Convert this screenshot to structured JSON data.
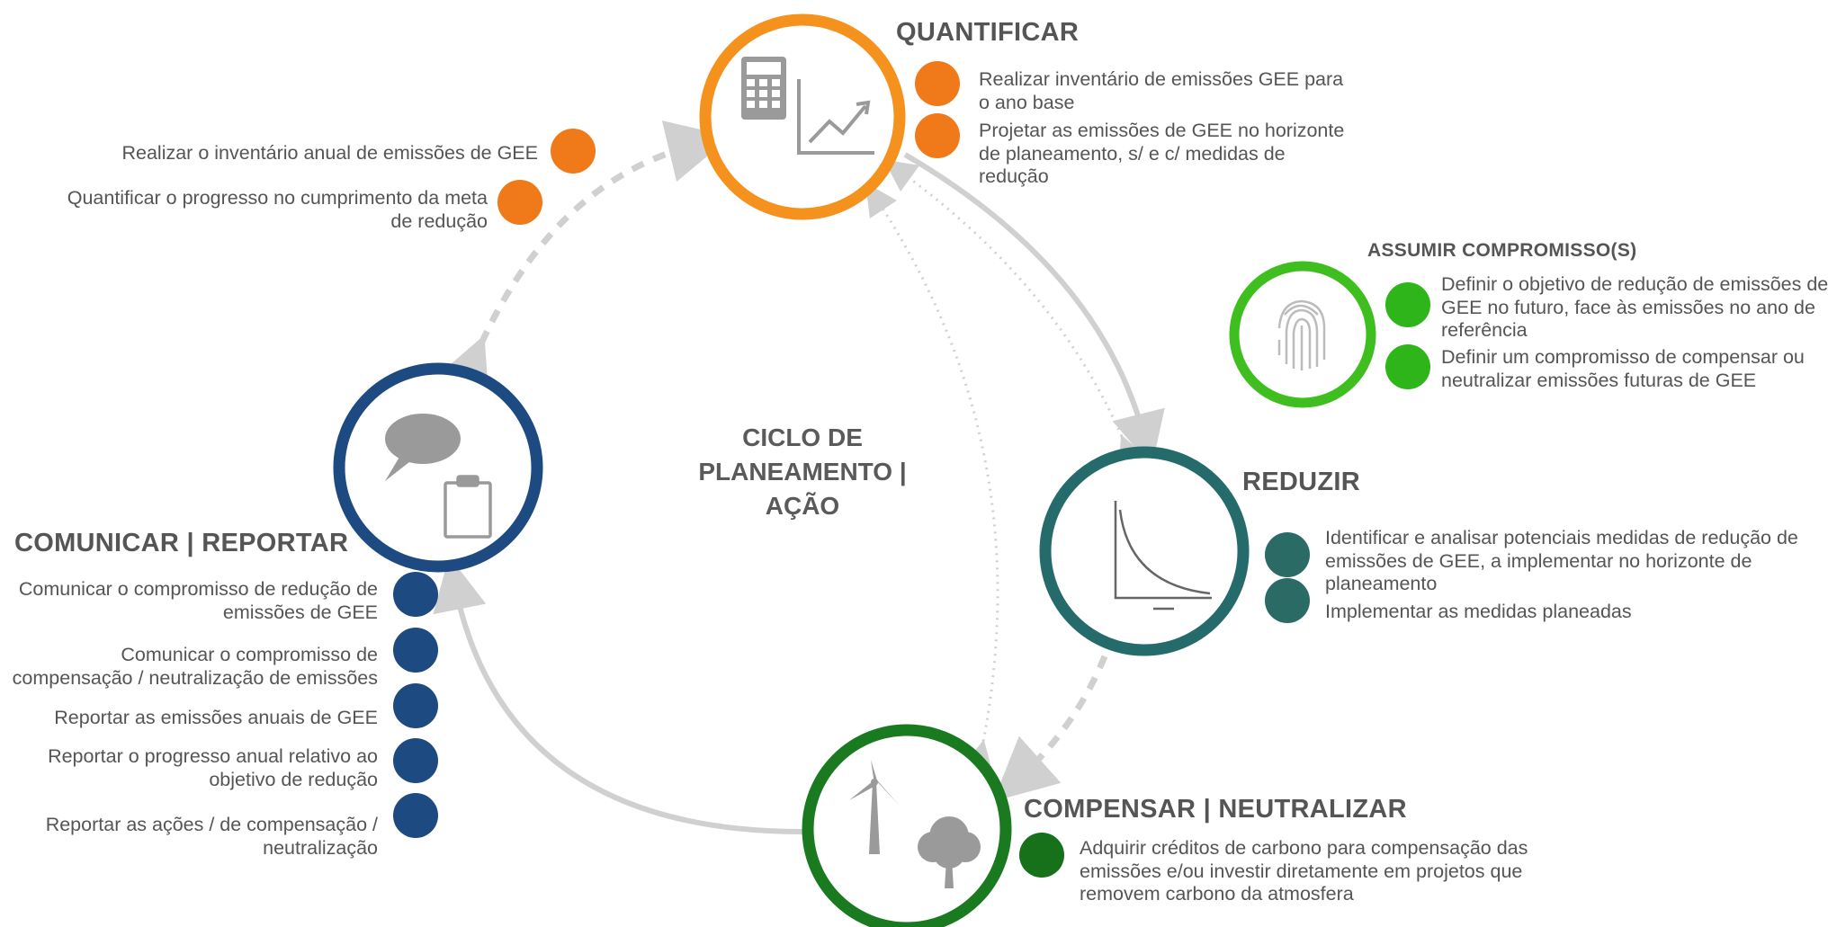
{
  "center": {
    "line1": "CICLO DE",
    "line2": "PLANEAMENTO |",
    "line3": "AÇÃO"
  },
  "quantificar": {
    "title": "QUANTIFICAR",
    "color": "#f5921e",
    "dot_color": "#f07a1a",
    "items": [
      "Realizar inventário de emissões GEE para o ano base",
      "Projetar as emissões de GEE no horizonte de planeamento, s/ e c/ medidas de redução"
    ],
    "left_items": [
      "Realizar o inventário anual de emissões de GEE",
      "Quantificar o progresso no cumprimento da meta de redução"
    ],
    "icons": [
      "calculator-icon",
      "line-chart-icon"
    ]
  },
  "assumir": {
    "title": "ASSUMIR COMPROMISSO(S)",
    "color": "#3fbf1f",
    "dot_color": "#2db51a",
    "items": [
      "Definir o objetivo de redução de emissões de GEE no futuro, face às emissões no ano de referência",
      "Definir um compromisso de compensar ou neutralizar emissões futuras de GEE"
    ],
    "icons": [
      "fingerprint-icon"
    ]
  },
  "reduzir": {
    "title": "REDUZIR",
    "color": "#256b6b",
    "dot_color": "#2a6b66",
    "items": [
      "Identificar e analisar potenciais medidas de redução de emissões de GEE, a implementar no horizonte de planeamento",
      "Implementar as medidas planeadas"
    ],
    "icons": [
      "decay-curve-icon"
    ]
  },
  "compensar": {
    "title": "COMPENSAR | NEUTRALIZAR",
    "color": "#1a7a1f",
    "dot_color": "#17701a",
    "items": [
      "Adquirir créditos de carbono para compensação das emissões e/ou investir diretamente em projetos que removem carbono da atmosfera"
    ],
    "icons": [
      "wind-turbine-icon",
      "tree-icon"
    ]
  },
  "comunicar": {
    "title": "COMUNICAR | REPORTAR",
    "color": "#1d4a80",
    "dot_color": "#1d4a80",
    "items": [
      "Comunicar o compromisso de redução de emissões de GEE",
      "Comunicar o compromisso de compensação / neutralização de emissões",
      "Reportar as emissões anuais de GEE",
      "Reportar o progresso anual relativo ao objetivo de redução",
      "Reportar as ações / de compensação / neutralização"
    ],
    "icons": [
      "speech-bubble-icon",
      "clipboard-icon"
    ]
  },
  "arrow_color": "#d0d0d0"
}
